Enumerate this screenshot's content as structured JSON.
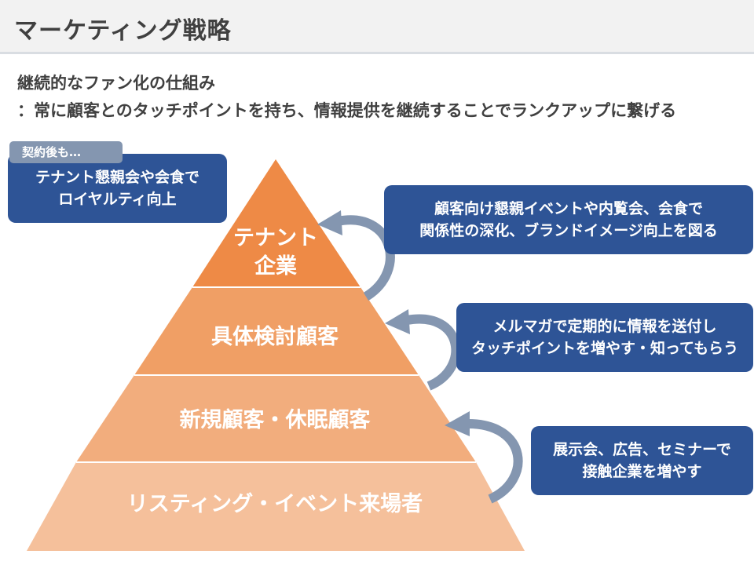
{
  "title": "マーケティング戦略",
  "subtitle_line1": "継続的なファン化の仕組み",
  "subtitle_line2": "：常に顧客とのタッチポイントを持ち、情報提供を継続することでランクアップに繋げる",
  "pyramid": {
    "tiers": [
      {
        "label_lines": [
          "テナント",
          "企業"
        ],
        "color": "#ee8a46"
      },
      {
        "label_lines": [
          "具体検討顧客"
        ],
        "color": "#f09f65"
      },
      {
        "label_lines": [
          "新規顧客・休眠顧客"
        ],
        "color": "#f2ad7d"
      },
      {
        "label_lines": [
          "リスティング・イベント来場者"
        ],
        "color": "#f5c09b"
      }
    ]
  },
  "top_left": {
    "tag": "契約後も…",
    "lines": [
      "テナント懇親会や会食で",
      "ロイヤルティ向上"
    ]
  },
  "callouts": [
    {
      "lines": [
        "顧客向け懇親イベントや内覧会、会食で",
        "関係性の深化、ブランドイメージ向上を図る"
      ]
    },
    {
      "lines": [
        "メルマガで定期的に情報を送付し",
        "タッチポイントを増やす・知ってもらう"
      ]
    },
    {
      "lines": [
        "展示会、広告、セミナーで",
        "接触企業を増やす"
      ]
    }
  ],
  "colors": {
    "box": "#2e5496",
    "arrow": "#8496b0",
    "tag": "#8496b0"
  }
}
